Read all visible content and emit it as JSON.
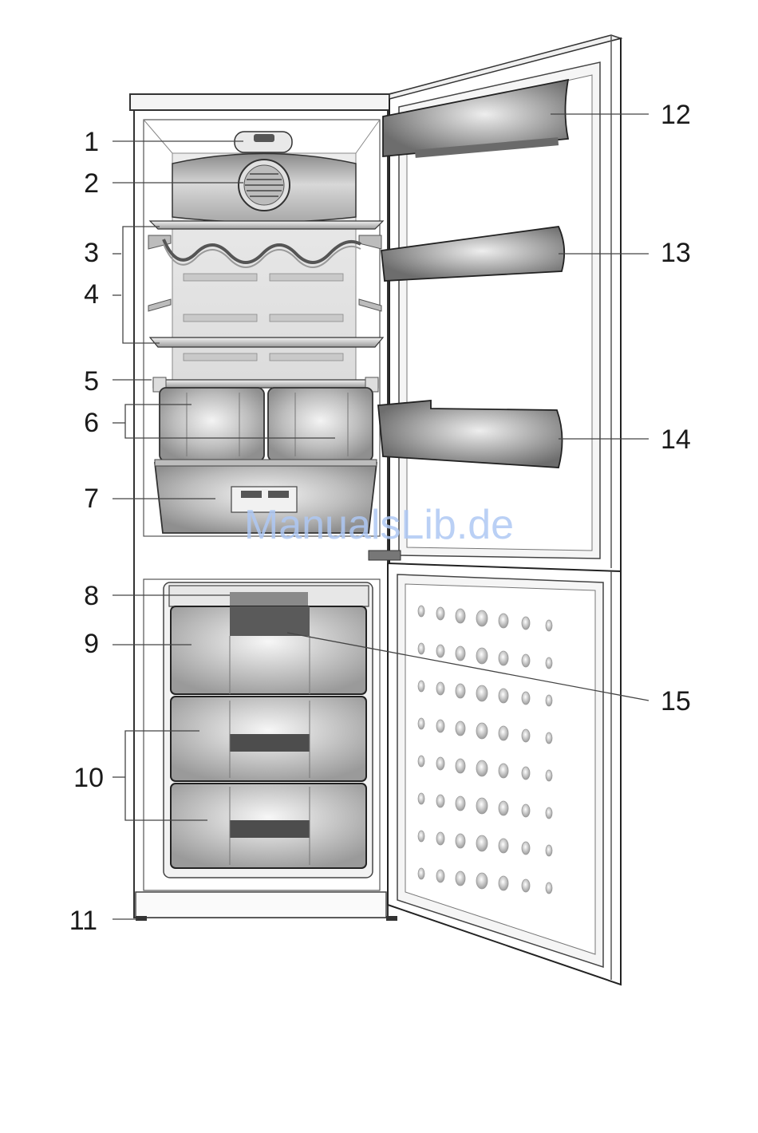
{
  "labels": {
    "l1": "1",
    "l2": "2",
    "l3": "3",
    "l4": "4",
    "l5": "5",
    "l6": "6",
    "l7": "7",
    "l8": "8",
    "l9": "9",
    "l10": "10",
    "l11": "11",
    "l12": "12",
    "l13": "13",
    "l14": "14",
    "l15": "15"
  },
  "watermark": "ManualsLib.de",
  "colors": {
    "background": "#ffffff",
    "line": "#333333",
    "interior": "#d9d9d9",
    "watermark": "#aec8f4"
  }
}
